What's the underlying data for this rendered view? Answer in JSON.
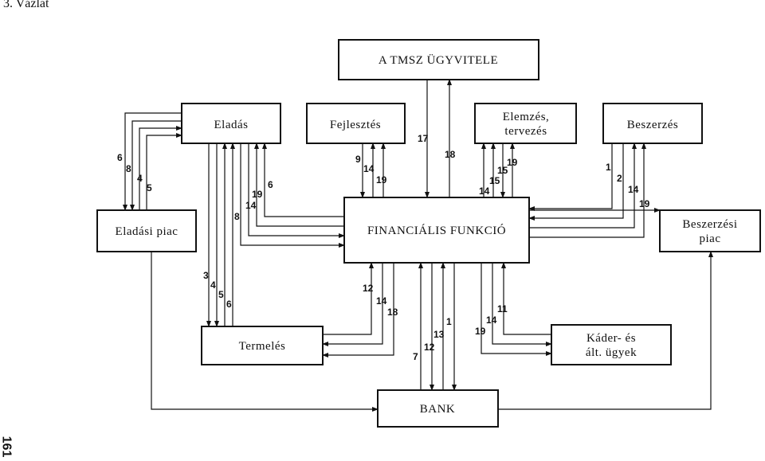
{
  "header": {
    "title": "3. Vázlat"
  },
  "page_number": "161",
  "nodes": {
    "tmsz": [
      "A TMSZ ÜGYVITELE"
    ],
    "elades": [
      "Eladás"
    ],
    "fejlesztes": [
      "Fejlesztés"
    ],
    "elemzes": [
      "Elemzés,",
      "tervezés"
    ],
    "beszerzes": [
      "Beszerzés"
    ],
    "eladasi_piac": [
      "Eladási piac"
    ],
    "financialis": [
      "FINANCIÁLIS FUNKCIÓ"
    ],
    "beszerzesi_piac": [
      "Beszerzési",
      "piac"
    ],
    "termeles": [
      "Termelés"
    ],
    "kader": [
      "Káder- és",
      "ált. ügyek"
    ],
    "bank": [
      "BANK"
    ]
  },
  "flow_numbers": {
    "elades_eladasi_piac": [
      "6",
      "8",
      "4",
      "5"
    ],
    "elades_fin": [
      "6",
      "19",
      "14",
      "8"
    ],
    "elades_termeles": [
      "3",
      "4",
      "5",
      "6"
    ],
    "fejlesztes_fin": [
      "9",
      "14",
      "19"
    ],
    "tmsz_fin": [
      "17",
      "18"
    ],
    "elemzes_fin": [
      "19",
      "15",
      "15",
      "14"
    ],
    "beszerzes_fin": [
      "1",
      "2",
      "14",
      "19"
    ],
    "termeles_fin": [
      "12",
      "14",
      "18"
    ],
    "fin_bank": [
      "1",
      "13",
      "12",
      "7"
    ],
    "kader_fin": [
      "11",
      "14",
      "19"
    ]
  }
}
